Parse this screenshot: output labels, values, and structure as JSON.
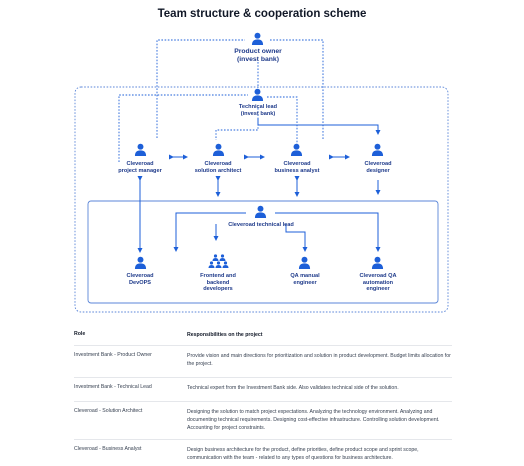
{
  "title": "Team structure & cooperation scheme",
  "roles": {
    "product_owner": [
      "Product owner",
      "(invest bank)"
    ],
    "technical_lead_bank": [
      "Technical lead",
      "(invest bank)"
    ],
    "project_manager": [
      "Cleveroad",
      "project manager"
    ],
    "solution_architect": [
      "Cleveroad",
      "solution architect"
    ],
    "business_analyst": [
      "Cleveroad",
      "business analyst"
    ],
    "designer": [
      "Cleveroad",
      "designer"
    ],
    "cleveroad_tech_lead": [
      "Cleveroad technical lead"
    ],
    "devops": [
      "Cleveroad",
      "DevOPS"
    ],
    "developers": [
      "Frontend and",
      "backend",
      "developers"
    ],
    "qa_manual": [
      "QA manual",
      "engineer"
    ],
    "qa_automation": [
      "Cleveroad QA",
      "automation",
      "engineer"
    ]
  },
  "colors": {
    "accent": "#1d5fd8",
    "box_border": "#5b86d8",
    "text_dark": "#1e3a8a"
  },
  "table": {
    "headers": [
      "Role",
      "Responsibilities on the project"
    ],
    "rows": [
      {
        "role": "Investment Bank - Product Owner",
        "resp": "Provide vision and main directions for prioritization and solution in product development. Budget limits allocation for the project."
      },
      {
        "role": "Investment Bank - Technical Lead",
        "resp": "Technical expert from the Investment Bank side. Also validates technical side of the solution."
      },
      {
        "role": "Cleveroad - Solution Architect",
        "resp": "Designing the solution to match project expectations. Analyzing the technology environment. Analyzing and documenting technical requirements. Designing cost-effective infrastructure. Controlling solution development. Accounting for project constraints."
      },
      {
        "role": "Cleveroad - Business Analyst",
        "resp": "Design business architecture for the product, define priorities, define product scope and sprint scope, communication with the team - related to any types of questions for business architecture."
      }
    ]
  }
}
